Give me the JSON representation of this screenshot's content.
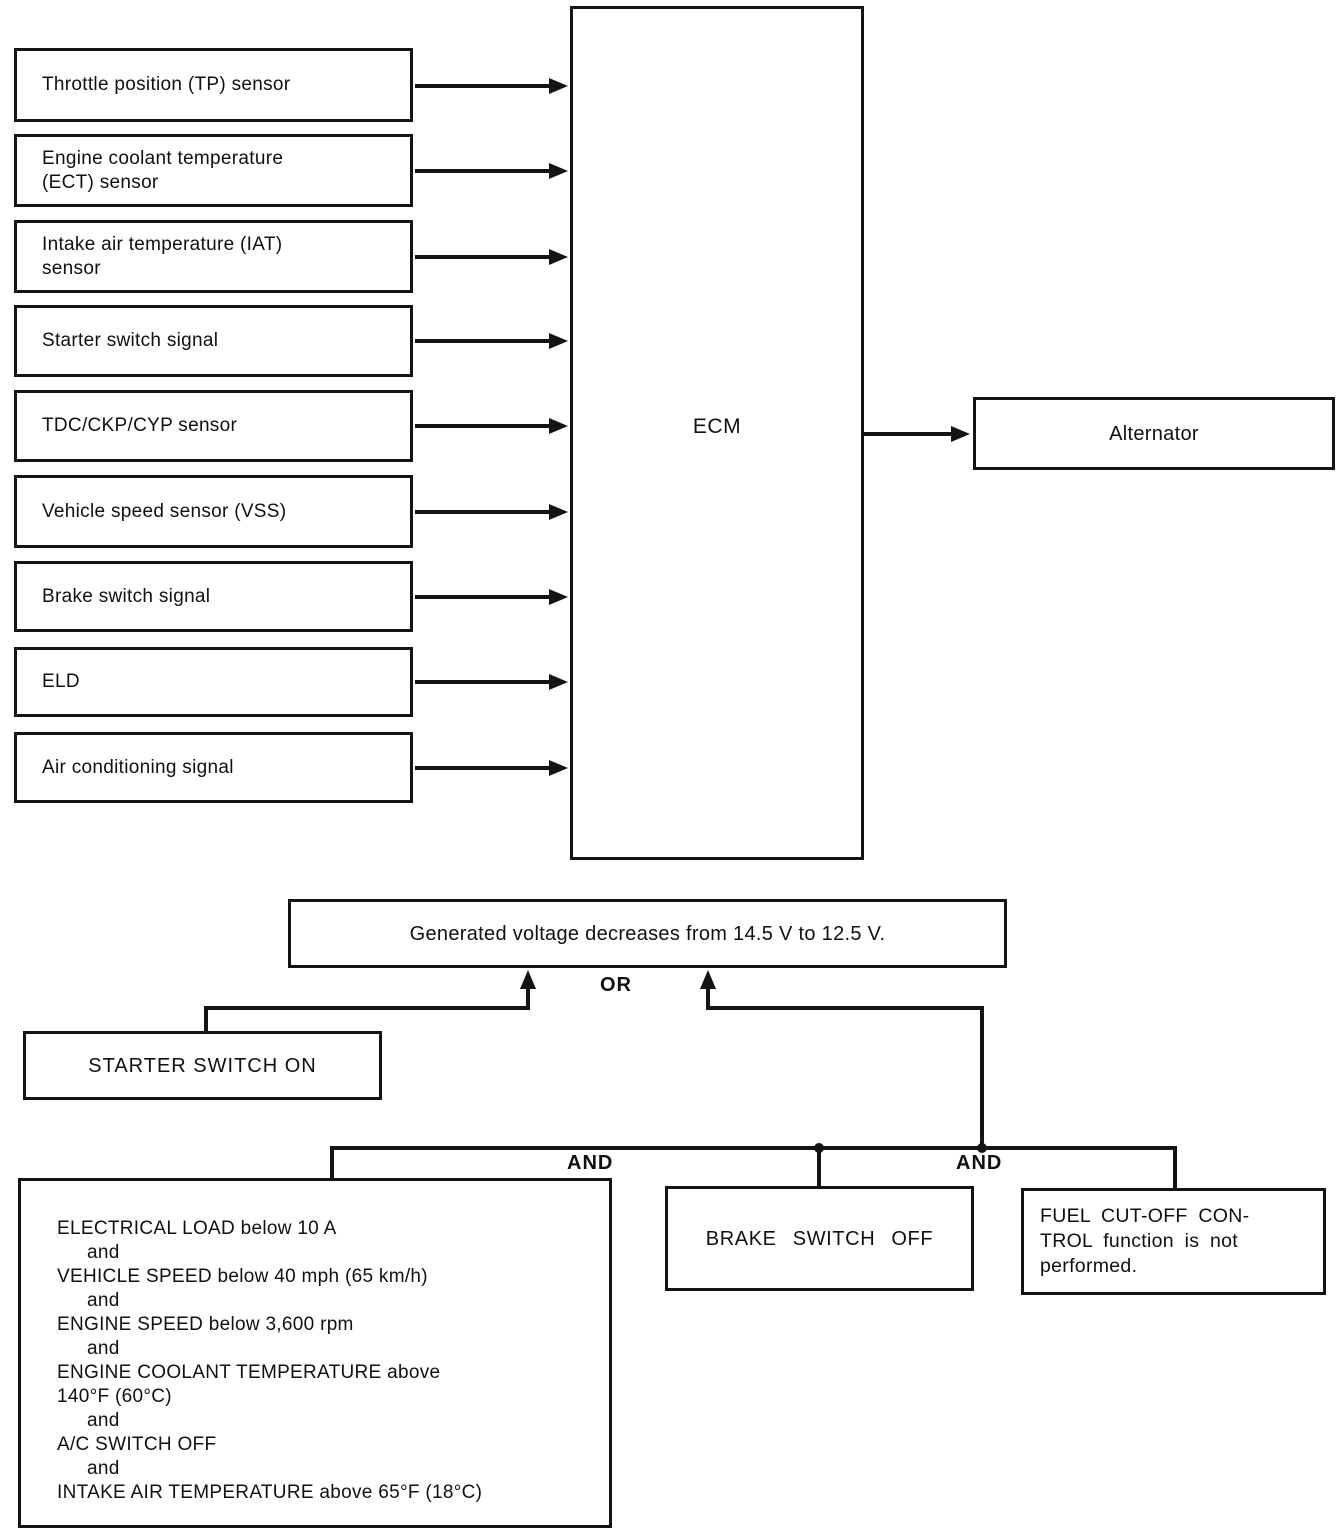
{
  "diagram": {
    "inputs": [
      {
        "label": "Throttle position (TP) sensor"
      },
      {
        "label": "Engine coolant temperature (ECT) sensor"
      },
      {
        "label": "Intake air temperature (IAT) sensor"
      },
      {
        "label": "Starter switch signal"
      },
      {
        "label": "TDC/CKP/CYP sensor"
      },
      {
        "label": "Vehicle speed sensor (VSS)"
      },
      {
        "label": "Brake switch signal"
      },
      {
        "label": "ELD"
      },
      {
        "label": "Air conditioning signal"
      }
    ],
    "ecm_label": "ECM",
    "alternator_label": "Alternator",
    "result_label": "Generated voltage decreases from 14.5 V to 12.5 V.",
    "or_label": "OR",
    "and_left_label": "AND",
    "and_right_label": "AND",
    "starter_label": "STARTER SWITCH ON",
    "brake_label": "BRAKE SWITCH OFF",
    "fuel_lines": [
      "FUEL CUT-OFF CON-",
      "TROL function is not",
      "performed."
    ],
    "conditions_lines": [
      "ELECTRICAL LOAD below 10 A",
      "and",
      "VEHICLE SPEED below 40 mph (65 km/h)",
      "and",
      "ENGINE SPEED below 3,600 rpm",
      "and",
      "ENGINE COOLANT TEMPERATURE above",
      "140°F (60°C)",
      "and",
      "A/C SWITCH OFF",
      "and",
      "INTAKE AIR TEMPERATURE above 65°F (18°C)"
    ]
  }
}
